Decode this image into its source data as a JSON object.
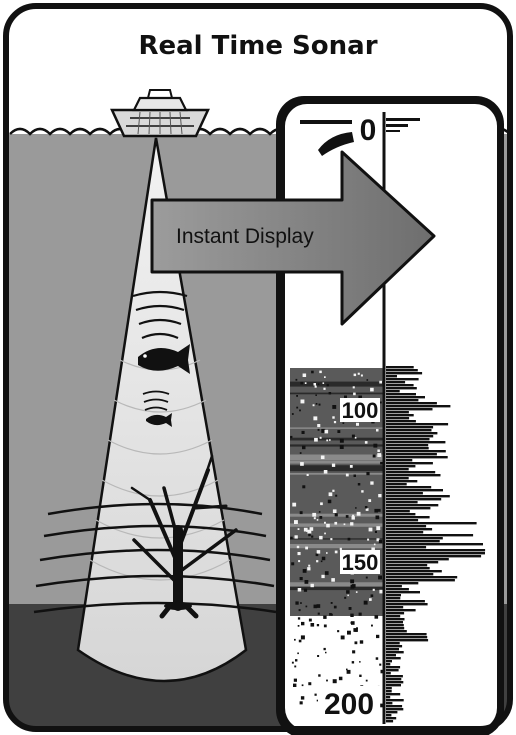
{
  "title": "Real Time Sonar",
  "arrow_label": "Instant Display",
  "depth_scale": {
    "top": "0",
    "mid": "100",
    "lower": "150",
    "bottom": "200"
  },
  "colors": {
    "frame": "#111111",
    "water": "#9a9a9a",
    "bottom": "#3e3e3e",
    "cone": "#e2e2e2",
    "display_screen": "#ffffff",
    "arrow_fill": "#8c8c8c"
  },
  "icons": {
    "boat": "boat-icon",
    "large_fish": "fish-icon",
    "small_fish": "fish-icon",
    "tree": "tree-icon"
  }
}
